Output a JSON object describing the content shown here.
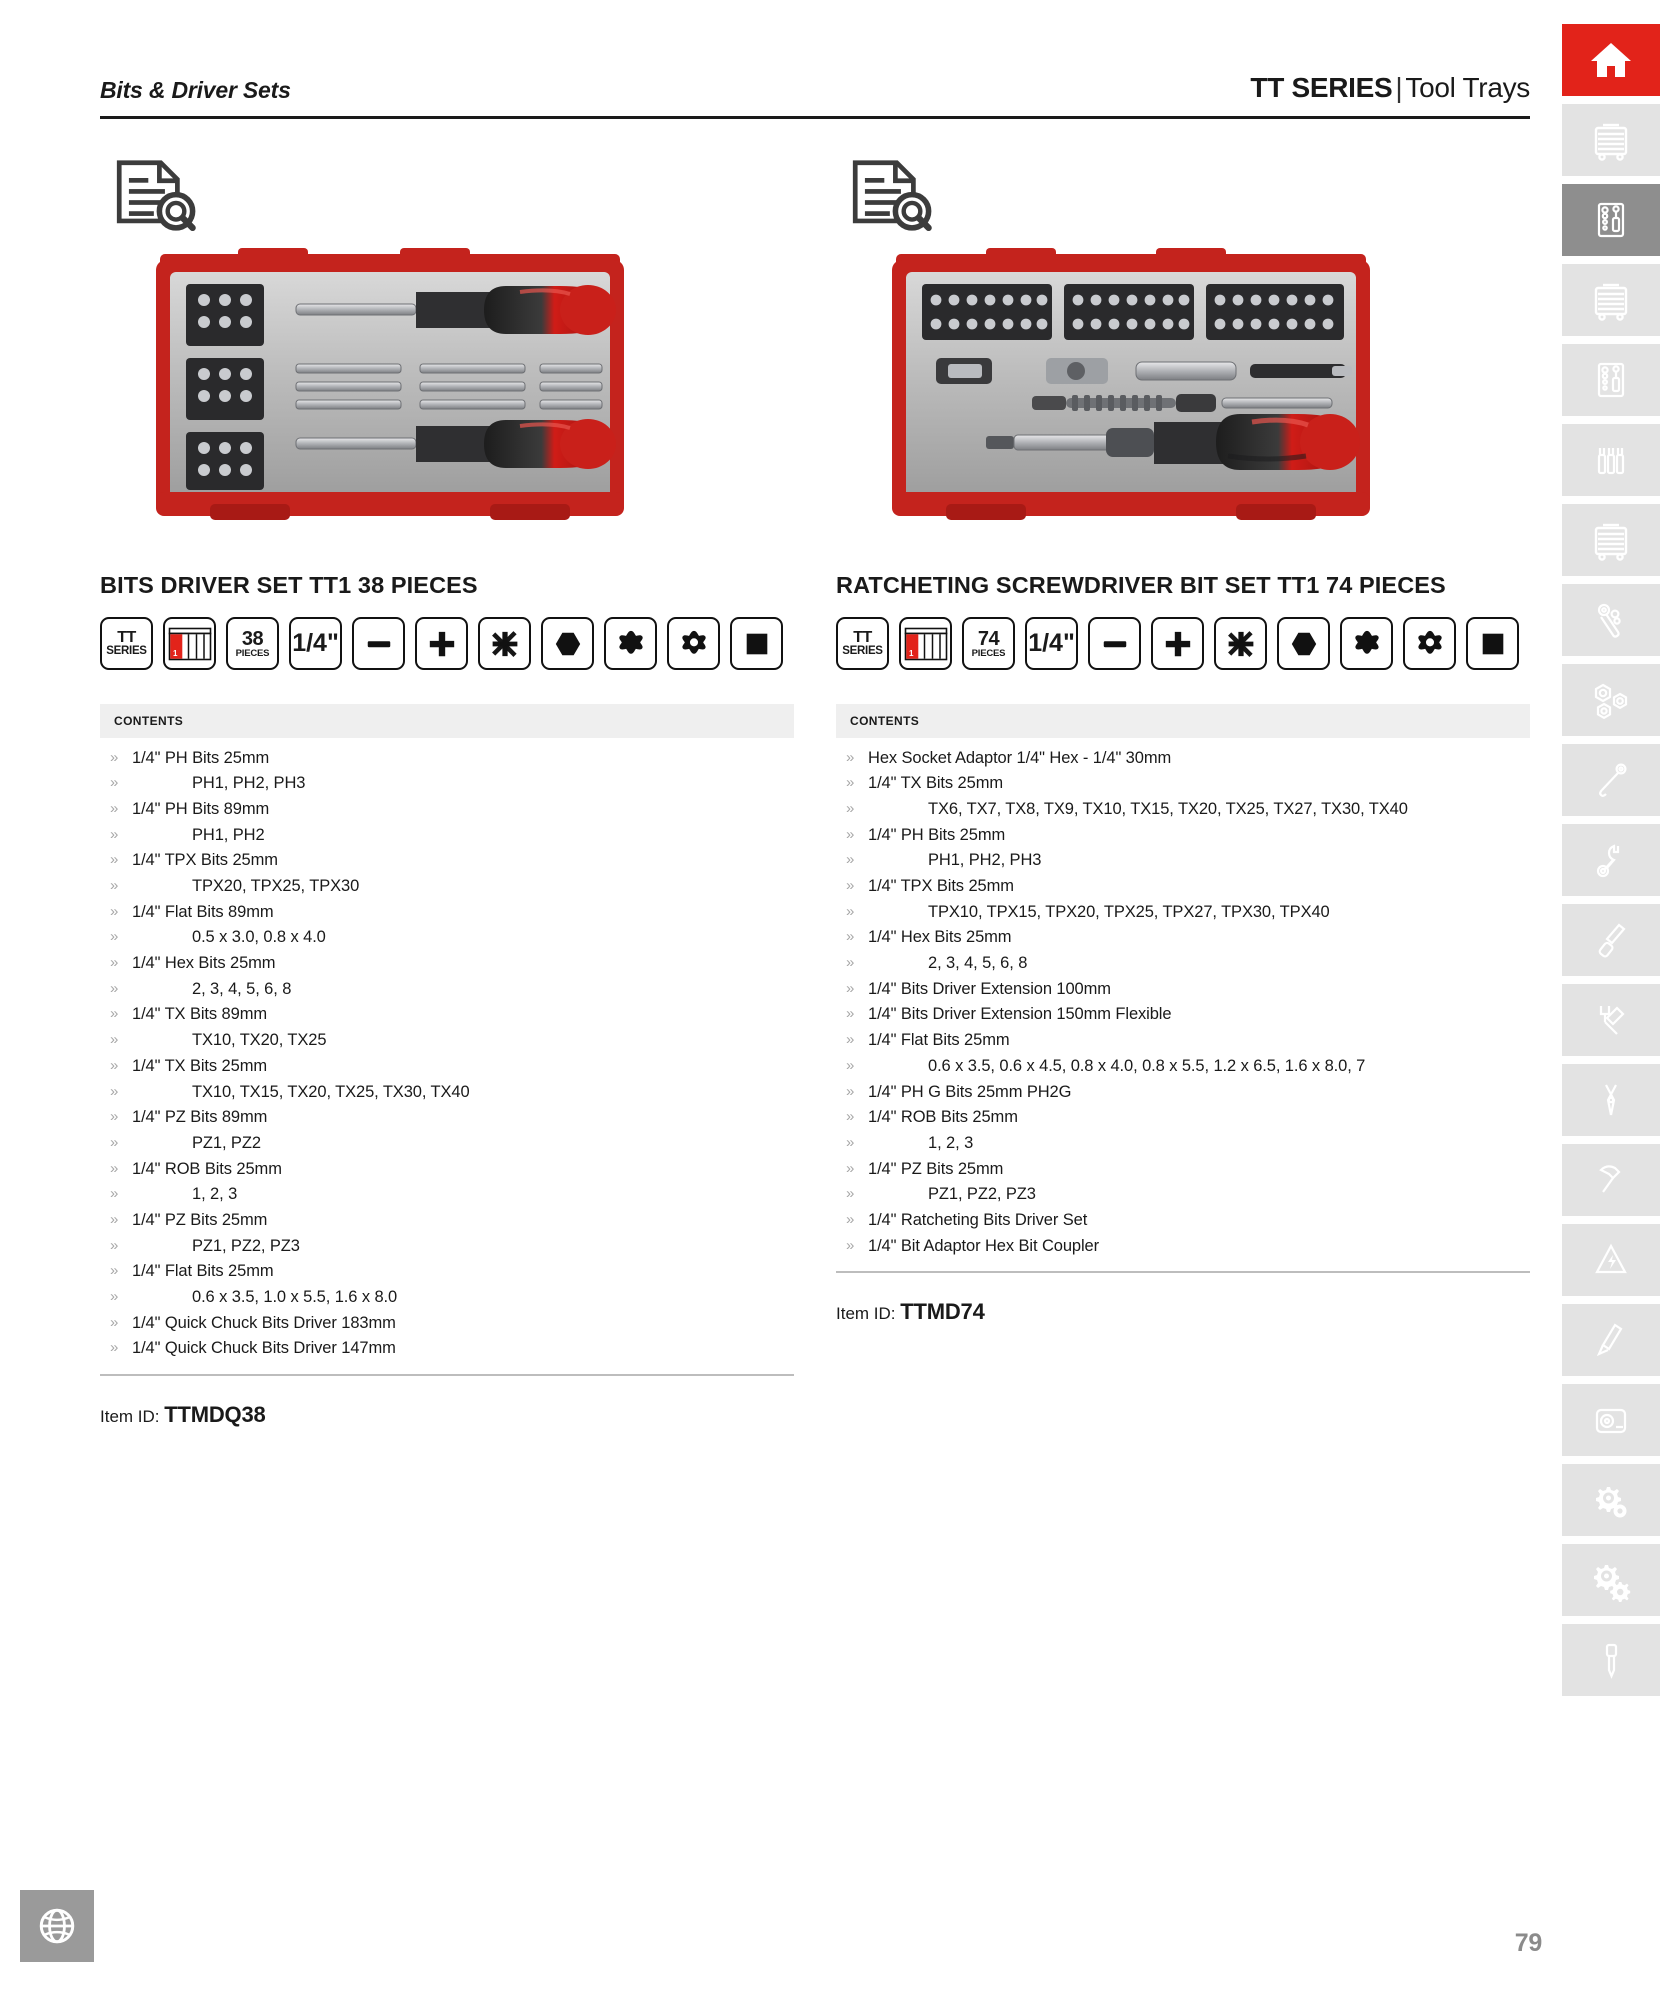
{
  "header": {
    "breadcrumb": "Bits & Driver Sets",
    "series_strong": "TT SERIES",
    "series_sep": "|",
    "series_light": "Tool Trays"
  },
  "footer": {
    "page_number": "79",
    "globe_icon": "globe-icon"
  },
  "accent_colors": {
    "brand_red": "#e2231a",
    "sidebar_inactive": "#e3e3e3",
    "sidebar_active_gray": "#8e8e8e",
    "contents_header_bg": "#efefef",
    "rule_gray": "#bdbdbd"
  },
  "sidebar": {
    "items": [
      {
        "icon": "home-icon",
        "state": "active-red"
      },
      {
        "icon": "tool-cabinet-icon",
        "state": "inactive"
      },
      {
        "icon": "bits-driver-tray-icon",
        "state": "active-gray"
      },
      {
        "icon": "tool-cabinet-icon",
        "state": "inactive"
      },
      {
        "icon": "bits-driver-tray-icon",
        "state": "inactive"
      },
      {
        "icon": "screwdriver-group-icon",
        "state": "inactive"
      },
      {
        "icon": "tool-cabinet-icon",
        "state": "inactive"
      },
      {
        "icon": "ratchet-icon",
        "state": "inactive"
      },
      {
        "icon": "sockets-icon",
        "state": "inactive"
      },
      {
        "icon": "extension-bar-icon",
        "state": "inactive"
      },
      {
        "icon": "wrench-icon",
        "state": "inactive"
      },
      {
        "icon": "screwdriver-icon",
        "state": "inactive"
      },
      {
        "icon": "adjustable-wrench-icon",
        "state": "inactive"
      },
      {
        "icon": "pliers-icon",
        "state": "inactive"
      },
      {
        "icon": "hammer-icon",
        "state": "inactive"
      },
      {
        "icon": "insulated-tool-icon",
        "state": "inactive"
      },
      {
        "icon": "chisel-icon",
        "state": "inactive"
      },
      {
        "icon": "tape-measure-icon",
        "state": "inactive"
      },
      {
        "icon": "gear-cluster-icon",
        "state": "inactive"
      },
      {
        "icon": "gears-icon",
        "state": "inactive"
      },
      {
        "icon": "punch-icon",
        "state": "inactive"
      }
    ]
  },
  "products": [
    {
      "doc_icon": "document-search-icon",
      "photo_icon": "bits-driver-set-tray-photo",
      "title": "BITS DRIVER SET TT1 38 PIECES",
      "badges": [
        {
          "type": "tt-series",
          "line1": "TT",
          "line2": "SERIES",
          "name": "tt-series-badge"
        },
        {
          "type": "tray-number",
          "value": "1",
          "name": "tray-position-badge"
        },
        {
          "type": "pieces",
          "count": "38",
          "label": "PIECES",
          "name": "piece-count-badge"
        },
        {
          "type": "fraction",
          "value": "1/4\"",
          "name": "drive-size-badge"
        },
        {
          "type": "glyph",
          "glyph": "flat-slot-icon",
          "name": "flat-bit-badge"
        },
        {
          "type": "glyph",
          "glyph": "phillips-cross-icon",
          "name": "phillips-bit-badge"
        },
        {
          "type": "glyph",
          "glyph": "pozidriv-icon",
          "name": "pozidriv-bit-badge"
        },
        {
          "type": "glyph",
          "glyph": "hexagon-icon",
          "name": "hex-bit-badge"
        },
        {
          "type": "glyph",
          "glyph": "torx-star-icon",
          "name": "torx-bit-badge"
        },
        {
          "type": "glyph",
          "glyph": "torx-security-icon",
          "name": "torx-security-bit-badge"
        },
        {
          "type": "glyph",
          "glyph": "square-robertson-icon",
          "name": "robertson-bit-badge"
        }
      ],
      "contents_label": "CONTENTS",
      "contents": [
        {
          "text": "1/4\" PH Bits 25mm",
          "sub": false
        },
        {
          "text": "PH1, PH2, PH3",
          "sub": true
        },
        {
          "text": "1/4\" PH Bits 89mm",
          "sub": false
        },
        {
          "text": "PH1, PH2",
          "sub": true
        },
        {
          "text": "1/4\" TPX Bits 25mm",
          "sub": false
        },
        {
          "text": "TPX20, TPX25, TPX30",
          "sub": true
        },
        {
          "text": "1/4\" Flat Bits 89mm",
          "sub": false
        },
        {
          "text": "0.5 x 3.0, 0.8 x 4.0",
          "sub": true
        },
        {
          "text": "1/4\" Hex Bits 25mm",
          "sub": false
        },
        {
          "text": "2, 3, 4, 5, 6, 8",
          "sub": true
        },
        {
          "text": "1/4\" TX Bits 89mm",
          "sub": false
        },
        {
          "text": "TX10, TX20, TX25",
          "sub": true
        },
        {
          "text": "1/4\" TX Bits 25mm",
          "sub": false
        },
        {
          "text": "TX10, TX15, TX20, TX25, TX30, TX40",
          "sub": true
        },
        {
          "text": "1/4\" PZ Bits 89mm",
          "sub": false
        },
        {
          "text": "PZ1, PZ2",
          "sub": true
        },
        {
          "text": "1/4\" ROB Bits 25mm",
          "sub": false
        },
        {
          "text": "1, 2, 3",
          "sub": true
        },
        {
          "text": "1/4\" PZ Bits 25mm",
          "sub": false
        },
        {
          "text": "PZ1, PZ2, PZ3",
          "sub": true
        },
        {
          "text": "1/4\" Flat Bits 25mm",
          "sub": false
        },
        {
          "text": "0.6 x 3.5, 1.0 x 5.5, 1.6 x 8.0",
          "sub": true
        },
        {
          "text": "1/4\" Quick Chuck Bits Driver 183mm",
          "sub": false
        },
        {
          "text": "1/4\" Quick Chuck Bits Driver 147mm",
          "sub": false
        }
      ],
      "item_id_label": "Item ID:",
      "item_id_value": "TTMDQ38"
    },
    {
      "doc_icon": "document-search-icon",
      "photo_icon": "ratcheting-screwdriver-bit-set-tray-photo",
      "title": "RATCHETING SCREWDRIVER BIT SET TT1 74 PIECES",
      "badges": [
        {
          "type": "tt-series",
          "line1": "TT",
          "line2": "SERIES",
          "name": "tt-series-badge"
        },
        {
          "type": "tray-number",
          "value": "1",
          "name": "tray-position-badge"
        },
        {
          "type": "pieces",
          "count": "74",
          "label": "PIECES",
          "name": "piece-count-badge"
        },
        {
          "type": "fraction",
          "value": "1/4\"",
          "name": "drive-size-badge"
        },
        {
          "type": "glyph",
          "glyph": "flat-slot-icon",
          "name": "flat-bit-badge"
        },
        {
          "type": "glyph",
          "glyph": "phillips-cross-icon",
          "name": "phillips-bit-badge"
        },
        {
          "type": "glyph",
          "glyph": "pozidriv-icon",
          "name": "pozidriv-bit-badge"
        },
        {
          "type": "glyph",
          "glyph": "hexagon-icon",
          "name": "hex-bit-badge"
        },
        {
          "type": "glyph",
          "glyph": "torx-star-icon",
          "name": "torx-bit-badge"
        },
        {
          "type": "glyph",
          "glyph": "torx-security-icon",
          "name": "torx-security-bit-badge"
        },
        {
          "type": "glyph",
          "glyph": "square-robertson-icon",
          "name": "robertson-bit-badge"
        }
      ],
      "contents_label": "CONTENTS",
      "contents": [
        {
          "text": "Hex Socket Adaptor 1/4\" Hex - 1/4\" 30mm",
          "sub": false
        },
        {
          "text": "1/4\" TX Bits 25mm",
          "sub": false
        },
        {
          "text": "TX6, TX7, TX8, TX9, TX10, TX15, TX20, TX25, TX27, TX30, TX40",
          "sub": true
        },
        {
          "text": "1/4\" PH Bits 25mm",
          "sub": false
        },
        {
          "text": "PH1, PH2, PH3",
          "sub": true
        },
        {
          "text": "1/4\" TPX Bits 25mm",
          "sub": false
        },
        {
          "text": "TPX10, TPX15, TPX20, TPX25, TPX27, TPX30, TPX40",
          "sub": true
        },
        {
          "text": "1/4\" Hex Bits 25mm",
          "sub": false
        },
        {
          "text": "2, 3, 4, 5, 6, 8",
          "sub": true
        },
        {
          "text": "1/4\" Bits Driver Extension 100mm",
          "sub": false
        },
        {
          "text": "1/4\" Bits Driver Extension 150mm Flexible",
          "sub": false
        },
        {
          "text": "1/4\" Flat Bits 25mm",
          "sub": false
        },
        {
          "text": "0.6 x 3.5, 0.6 x 4.5, 0.8 x 4.0, 0.8 x 5.5, 1.2 x 6.5, 1.6 x 8.0, 7",
          "sub": true
        },
        {
          "text": "1/4\" PH G Bits 25mm PH2G",
          "sub": false
        },
        {
          "text": "1/4\" ROB Bits 25mm",
          "sub": false
        },
        {
          "text": "1, 2, 3",
          "sub": true
        },
        {
          "text": "1/4\" PZ Bits 25mm",
          "sub": false
        },
        {
          "text": "PZ1, PZ2, PZ3",
          "sub": true
        },
        {
          "text": "1/4\" Ratcheting Bits Driver Set",
          "sub": false
        },
        {
          "text": "1/4\" Bit Adaptor Hex Bit Coupler",
          "sub": false
        }
      ],
      "item_id_label": "Item ID:",
      "item_id_value": "TTMD74"
    }
  ]
}
